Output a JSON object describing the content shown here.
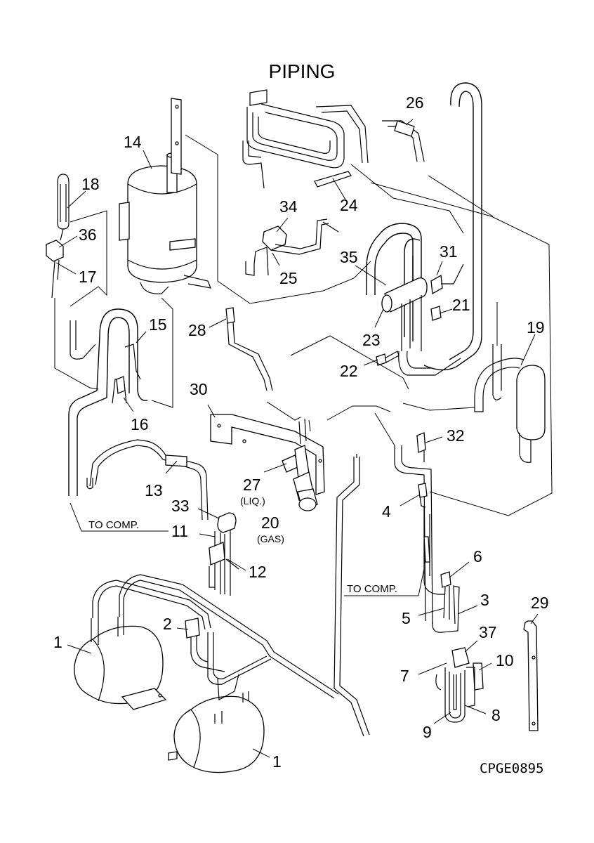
{
  "title": "PIPING",
  "drawing_code": "CPGE0895",
  "notes": {
    "to_comp_left": "TO COMP.",
    "to_comp_right": "TO COMP."
  },
  "labels": {
    "p1a": "1",
    "p1b": "1",
    "p2": "2",
    "p3": "3",
    "p4": "4",
    "p5": "5",
    "p6": "6",
    "p7": "7",
    "p8": "8",
    "p9": "9",
    "p10": "10",
    "p11": "11",
    "p12": "12",
    "p13": "13",
    "p14": "14",
    "p15": "15",
    "p16": "16",
    "p17": "17",
    "p18": "18",
    "p19": "19",
    "p20": "20",
    "p20_sub": "(GAS)",
    "p21": "21",
    "p22": "22",
    "p23": "23",
    "p24": "24",
    "p25": "25",
    "p26": "26",
    "p27": "27",
    "p27_sub": "(LIQ.)",
    "p28": "28",
    "p29": "29",
    "p30": "30",
    "p31": "31",
    "p32": "32",
    "p33": "33",
    "p34": "34",
    "p35": "35",
    "p36": "36",
    "p37": "37"
  }
}
